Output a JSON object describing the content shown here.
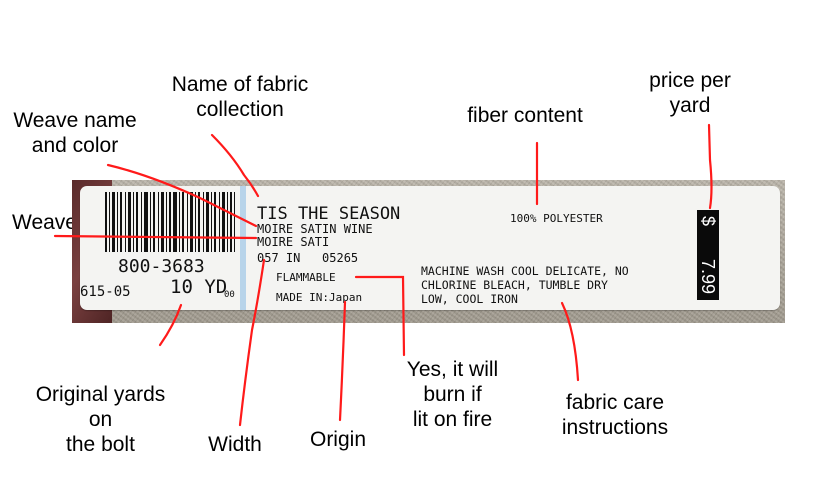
{
  "label": {
    "item_number": "800-3683",
    "lot_code": "615-05",
    "yardage": "10 YD",
    "yardage_suffix": "00",
    "collection": "TIS THE SEASON",
    "weave_name_color": "MOIRE SATIN WINE",
    "weave": "MOIRE SATI",
    "width_line": "057 IN   05265",
    "flammable": "FLAMMABLE",
    "origin": "MADE IN:Japan",
    "fiber_content": "100% POLYESTER",
    "care_lines": [
      "MACHINE WASH COOL DELICATE, NO",
      "CHLORINE BLEACH, TUMBLE DRY",
      "LOW, COOL IRON"
    ],
    "price": "7.99",
    "currency_symbol": "$"
  },
  "callouts": {
    "collection": [
      "Name of fabric",
      "collection"
    ],
    "weave_name_color": [
      "Weave name",
      "and color"
    ],
    "weave": [
      "Weave"
    ],
    "fiber_content": [
      "fiber content"
    ],
    "price": [
      "price per",
      "yard"
    ],
    "original_yards": [
      "Original yards",
      "on",
      "the bolt"
    ],
    "width": [
      "Width"
    ],
    "origin": [
      "Origin"
    ],
    "flammable": [
      "Yes, it will",
      "burn if",
      "lit on fire"
    ],
    "care": [
      "fabric care",
      "instructions"
    ]
  },
  "colors": {
    "annotation_line": "#ff1a1a",
    "label_bg": "#f4f4f2",
    "price_bg": "#0a0a0a",
    "accent_strip": "#b8d4ea"
  }
}
